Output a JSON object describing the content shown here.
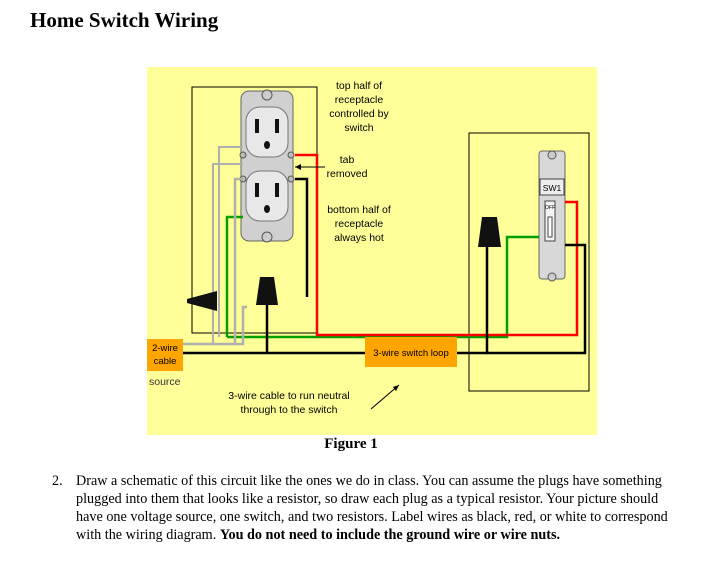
{
  "page": {
    "title": "Home Switch Wiring"
  },
  "figure": {
    "caption": "Figure 1",
    "labels": {
      "top_half": [
        "top half of",
        "receptacle",
        "controlled by",
        "switch"
      ],
      "tab_removed": [
        "tab",
        "removed"
      ],
      "bottom_half": [
        "bottom half of",
        "receptacle",
        "always hot"
      ],
      "two_wire_cable": [
        "2-wire",
        "cable"
      ],
      "source": "source",
      "three_wire_loop": "3-wire switch loop",
      "neutral_note": [
        "3-wire cable to run neutral",
        "through to the switch"
      ],
      "switch_label": "SW1",
      "switch_off": "OFF"
    },
    "colors": {
      "background": "#ffff99",
      "cable_box": "#ffa500",
      "hot_wire": "#000000",
      "switched_wire": "#ff0000",
      "ground_wire": "#00a000",
      "neutral_wire": "#b0b0b0"
    }
  },
  "question": {
    "number": "2.",
    "text": "Draw a schematic of this circuit like the ones we do in class. You can assume the plugs have something plugged into them that looks like a resistor, so draw each plug as a typical resistor. Your picture should have one voltage source, one switch, and two resistors.  Label wires as black, red, or white to correspond with the wiring diagram.",
    "bold_text": "You do not need to include the ground wire or wire nuts."
  }
}
